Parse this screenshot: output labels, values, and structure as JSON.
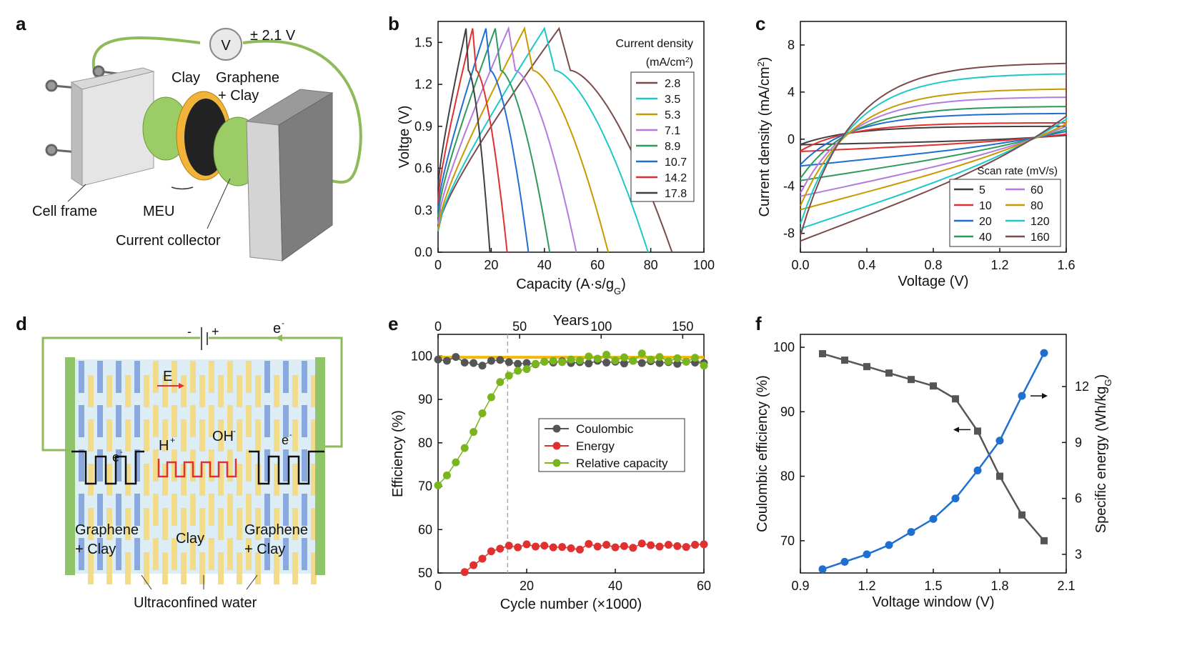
{
  "panels": {
    "a": {
      "letter": "a",
      "voltmeter": "V",
      "voltage": "± 2.1 V",
      "labels": {
        "clay": "Clay",
        "graphene": "Graphene",
        "plus_clay": "+ Clay",
        "cell_frame": "Cell frame",
        "meu": "MEU",
        "current_collector": "Current collector"
      }
    },
    "d": {
      "letter": "d",
      "minus": "-",
      "plus": "+",
      "e_minus": "e",
      "e_sup": "-",
      "field": "E",
      "proton": "H",
      "proton_sup": "+",
      "hydroxide": "OH",
      "hydroxide_sup": "-",
      "graphene": "Graphene",
      "plus_clay": "+ Clay",
      "clay": "Clay",
      "water": "Ultraconfined water"
    }
  },
  "chart_data": [
    {
      "id": "b",
      "letter": "b",
      "type": "line",
      "xlabel_main": "Capacity (A·s/g",
      "xlabel_sub": "G",
      "xlabel_tail": ")",
      "ylabel": "Voltge (V)",
      "xlim": [
        0,
        100
      ],
      "ylim": [
        0,
        1.65
      ],
      "xticks": [
        "0",
        "20",
        "40",
        "60",
        "80",
        "100"
      ],
      "yticks": [
        "0.0",
        "0.3",
        "0.6",
        "0.9",
        "1.2",
        "1.5"
      ],
      "legend_title": "Current density",
      "legend_unit": "(mA/cm",
      "legend_unit_sup": "2",
      "legend_unit_tail": ")",
      "series": [
        {
          "name": "2.8",
          "color": "#7b4a4a",
          "peak": 45.5,
          "end": 88,
          "v0": 0.15
        },
        {
          "name": "3.5",
          "color": "#1ec8c8",
          "peak": 40,
          "end": 79,
          "v0": 0.15
        },
        {
          "name": "5.3",
          "color": "#c89a00",
          "peak": 32.5,
          "end": 64,
          "v0": 0.16
        },
        {
          "name": "7.1",
          "color": "#b57ae0",
          "peak": 26.5,
          "end": 52,
          "v0": 0.2
        },
        {
          "name": "8.9",
          "color": "#2e9a5a",
          "peak": 21.5,
          "end": 42,
          "v0": 0.25
        },
        {
          "name": "10.7",
          "color": "#1f6fd1",
          "peak": 18,
          "end": 34,
          "v0": 0.3
        },
        {
          "name": "14.2",
          "color": "#e03030",
          "peak": 13,
          "end": 26,
          "v0": 0.35
        },
        {
          "name": "17.8",
          "color": "#404040",
          "peak": 10.5,
          "end": 19.5,
          "v0": 0.45
        }
      ]
    },
    {
      "id": "c",
      "letter": "c",
      "type": "line",
      "xlabel": "Voltage (V)",
      "ylabel_main": "Current density (mA/cm",
      "ylabel_sup": "2",
      "ylabel_tail": ")",
      "xlim": [
        0,
        1.6
      ],
      "ylim": [
        -9.6,
        10
      ],
      "xticks": [
        "0.0",
        "0.4",
        "0.8",
        "1.2",
        "1.6"
      ],
      "yticks": [
        "-8",
        "-4",
        "0",
        "4",
        "8"
      ],
      "legend_title": "Scan rate (mV/s)",
      "series": [
        {
          "name": "5",
          "color": "#404040",
          "top": 1.1,
          "bottom": -0.5
        },
        {
          "name": "10",
          "color": "#e03030",
          "top": 1.4,
          "bottom": -1.1
        },
        {
          "name": "20",
          "color": "#1f6fd1",
          "top": 2.2,
          "bottom": -2.4
        },
        {
          "name": "40",
          "color": "#2e9a5a",
          "top": 2.8,
          "bottom": -3.7
        },
        {
          "name": "60",
          "color": "#b57ae0",
          "top": 3.6,
          "bottom": -5.1
        },
        {
          "name": "80",
          "color": "#c89a00",
          "top": 4.3,
          "bottom": -6.3
        },
        {
          "name": "120",
          "color": "#1ec8c8",
          "top": 5.6,
          "bottom": -8.0
        },
        {
          "name": "160",
          "color": "#7b4a4a",
          "top": 6.5,
          "bottom": -9.1
        }
      ]
    },
    {
      "id": "e",
      "letter": "e",
      "type": "line",
      "xlabel": "Cycle number (×1000)",
      "ylabel": "Efficiency (%)",
      "top_axis_label": "Years",
      "xlim": [
        0,
        60
      ],
      "ylim": [
        50,
        105
      ],
      "top_xlim": [
        0,
        163
      ],
      "xticks": [
        "0",
        "20",
        "40",
        "60"
      ],
      "top_xticks": [
        "0",
        "50",
        "100",
        "150"
      ],
      "yticks": [
        "50",
        "60",
        "70",
        "80",
        "90",
        "100"
      ],
      "dashed_line_x": 15.7,
      "series": [
        {
          "name": "Coulombic",
          "color": "#555555",
          "x": [
            0,
            2,
            4,
            6,
            8,
            10,
            12,
            14,
            16,
            18,
            20,
            22,
            24,
            26,
            28,
            30,
            32,
            34,
            36,
            38,
            40,
            42,
            44,
            46,
            48,
            50,
            52,
            54,
            56,
            58,
            60
          ],
          "y": [
            99.2,
            98.9,
            99.8,
            98.5,
            98.4,
            97.8,
            98.9,
            99.1,
            98.6,
            98.2,
            98.4,
            98.1,
            98.7,
            98.5,
            98.8,
            98.4,
            98.6,
            98.3,
            98.9,
            98.5,
            98.7,
            98.3,
            98.9,
            98.4,
            98.8,
            98.4,
            98.6,
            98.2,
            98.7,
            98.5,
            98.4
          ]
        },
        {
          "name": "Energy",
          "color": "#e03030",
          "x": [
            6,
            8,
            10,
            12,
            14,
            16,
            18,
            20,
            22,
            24,
            26,
            28,
            30,
            32,
            34,
            36,
            38,
            40,
            42,
            44,
            46,
            48,
            50,
            52,
            54,
            56,
            58,
            60
          ],
          "y": [
            50.2,
            51.8,
            53.3,
            55.0,
            55.6,
            56.3,
            55.9,
            56.6,
            56.1,
            56.3,
            55.9,
            56.0,
            55.7,
            55.4,
            56.7,
            56.1,
            56.5,
            55.9,
            56.2,
            55.8,
            56.8,
            56.4,
            56.1,
            56.5,
            56.2,
            56.0,
            56.5,
            56.6
          ]
        },
        {
          "name": "Relative capacity",
          "color": "#7ab51d",
          "x": [
            0,
            2,
            4,
            6,
            8,
            10,
            12,
            14,
            16,
            18,
            20,
            22,
            24,
            26,
            28,
            30,
            32,
            34,
            36,
            38,
            40,
            42,
            44,
            46,
            48,
            50,
            52,
            54,
            56,
            58,
            60
          ],
          "y": [
            70.2,
            72.5,
            75.5,
            78.8,
            82.5,
            86.8,
            90.5,
            94.0,
            95.5,
            96.6,
            97.0,
            98.2,
            98.7,
            98.9,
            98.6,
            99.2,
            99.0,
            99.9,
            99.4,
            100.3,
            99.0,
            99.7,
            98.9,
            100.6,
            99.2,
            99.8,
            98.8,
            99.5,
            98.7,
            99.6,
            97.8
          ]
        }
      ],
      "coulombic_ref_color": "#f5b800"
    },
    {
      "id": "f",
      "letter": "f",
      "type": "line",
      "xlabel": "Voltage window (V)",
      "ylabel": "Coulombic efficiency (%)",
      "ylabel_right_main": "Specific energy (Wh/kg",
      "ylabel_right_sub": "G",
      "ylabel_right_tail": ")",
      "xlim": [
        0.9,
        2.1
      ],
      "ylim": [
        65,
        102
      ],
      "ylim_right": [
        2,
        14.8
      ],
      "xticks": [
        "0.9",
        "1.2",
        "1.5",
        "1.8",
        "2.1"
      ],
      "yticks": [
        "70",
        "80",
        "90",
        "100"
      ],
      "yticks_right": [
        "3",
        "6",
        "9",
        "12"
      ],
      "series": [
        {
          "name": "Coulombic efficiency",
          "color": "#555555",
          "axis": "left",
          "x": [
            1.0,
            1.1,
            1.2,
            1.3,
            1.4,
            1.5,
            1.6,
            1.7,
            1.8,
            1.9,
            2.0
          ],
          "y": [
            99,
            98,
            97,
            96,
            95,
            94,
            92,
            87,
            80,
            74,
            70
          ]
        },
        {
          "name": "Specific energy",
          "color": "#1f6fd1",
          "axis": "right",
          "x": [
            1.0,
            1.1,
            1.2,
            1.3,
            1.4,
            1.5,
            1.6,
            1.7,
            1.8,
            1.9,
            2.0
          ],
          "y": [
            2.2,
            2.6,
            3.0,
            3.5,
            4.2,
            4.9,
            6.0,
            7.5,
            9.1,
            11.5,
            13.8
          ]
        }
      ]
    }
  ]
}
